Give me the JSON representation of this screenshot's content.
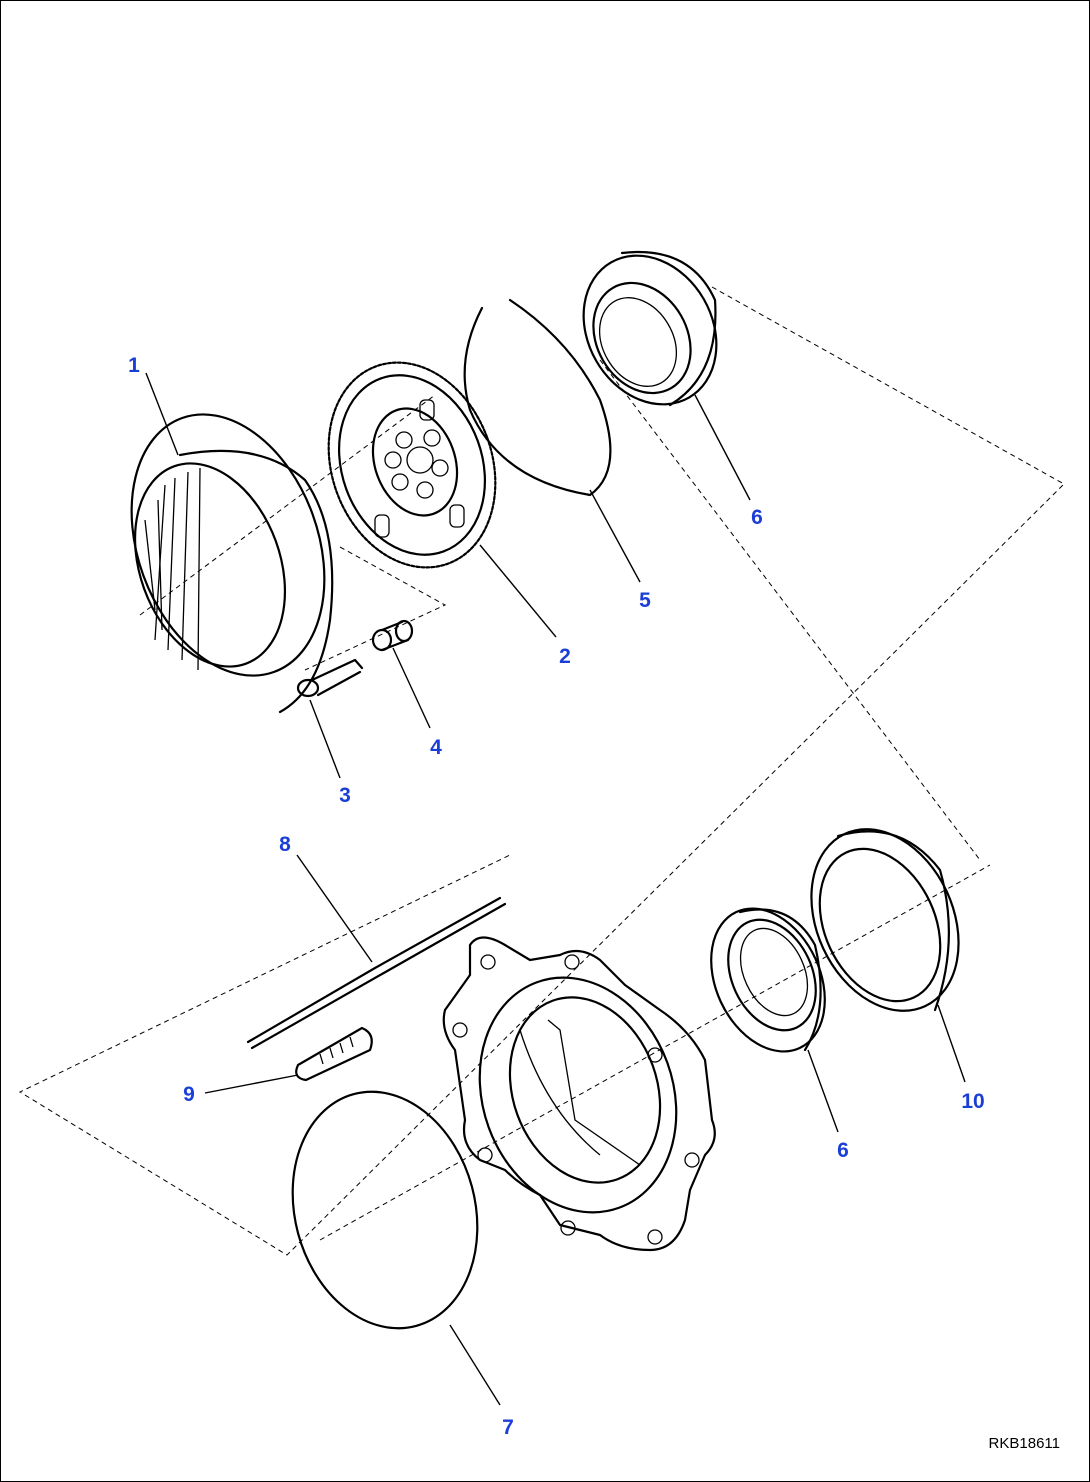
{
  "diagram": {
    "drawing_code": "RKB18611",
    "callout_color": "#1b3fd6",
    "callouts": [
      {
        "id": "c1",
        "label": "1"
      },
      {
        "id": "c2",
        "label": "2"
      },
      {
        "id": "c3",
        "label": "3"
      },
      {
        "id": "c4",
        "label": "4"
      },
      {
        "id": "c5",
        "label": "5"
      },
      {
        "id": "c6a",
        "label": "6"
      },
      {
        "id": "c6b",
        "label": "6"
      },
      {
        "id": "c7",
        "label": "7"
      },
      {
        "id": "c8",
        "label": "8"
      },
      {
        "id": "c9",
        "label": "9"
      },
      {
        "id": "c10",
        "label": "10"
      }
    ]
  }
}
